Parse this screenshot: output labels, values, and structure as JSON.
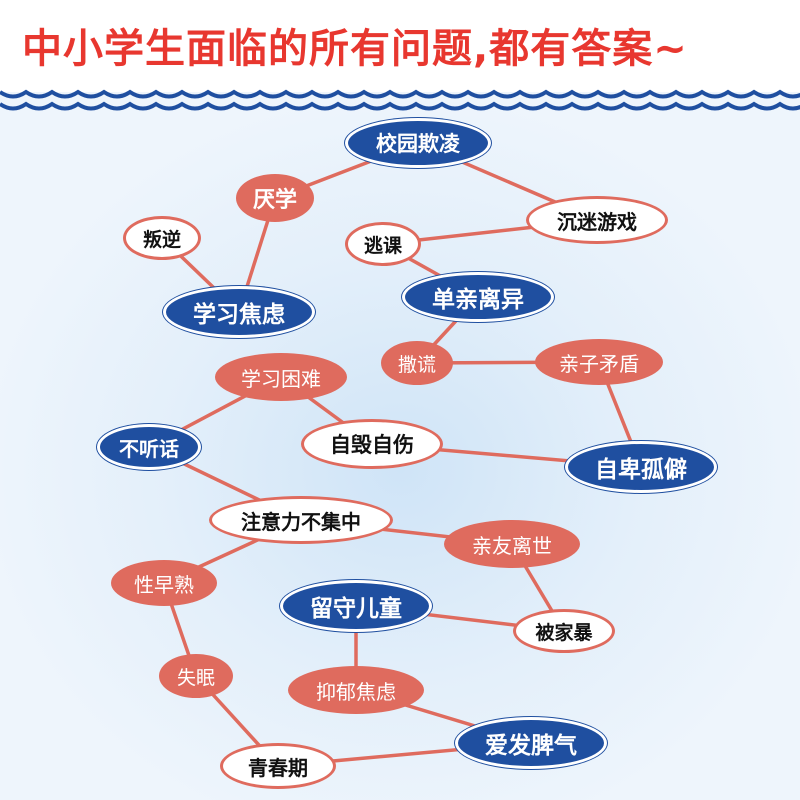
{
  "header": {
    "title": "中小学生面临的所有问题,都有答案~"
  },
  "colors": {
    "title_red": "#e8372f",
    "node_blue": "#1f4fa0",
    "node_salmon": "#df6b5e",
    "wave_blue": "#1f4fa0",
    "connector": "#df6b5e"
  },
  "nodes": [
    {
      "id": "school-bullying",
      "label": "校园欺凌",
      "style": "blue"
    },
    {
      "id": "school-aversion",
      "label": "厌学",
      "style": "red-bold"
    },
    {
      "id": "game-addiction",
      "label": "沉迷游戏",
      "style": "white"
    },
    {
      "id": "rebellion",
      "label": "叛逆",
      "style": "white"
    },
    {
      "id": "truancy",
      "label": "逃课",
      "style": "white"
    },
    {
      "id": "study-anxiety",
      "label": "学习焦虑",
      "style": "blue"
    },
    {
      "id": "single-parent",
      "label": "单亲离异",
      "style": "blue"
    },
    {
      "id": "lying",
      "label": "撒谎",
      "style": "red"
    },
    {
      "id": "parent-child-conflict",
      "label": "亲子矛盾",
      "style": "red"
    },
    {
      "id": "learning-difficulty",
      "label": "学习困难",
      "style": "red"
    },
    {
      "id": "disobedience",
      "label": "不听话",
      "style": "blue"
    },
    {
      "id": "self-harm",
      "label": "自毁自伤",
      "style": "white"
    },
    {
      "id": "inferiority-withdrawal",
      "label": "自卑孤僻",
      "style": "blue"
    },
    {
      "id": "inattention",
      "label": "注意力不集中",
      "style": "white"
    },
    {
      "id": "bereavement",
      "label": "亲友离世",
      "style": "red"
    },
    {
      "id": "precocity",
      "label": "性早熟",
      "style": "red"
    },
    {
      "id": "left-behind-children",
      "label": "留守儿童",
      "style": "blue"
    },
    {
      "id": "domestic-violence",
      "label": "被家暴",
      "style": "white"
    },
    {
      "id": "insomnia",
      "label": "失眠",
      "style": "red"
    },
    {
      "id": "depression-anxiety",
      "label": "抑郁焦虑",
      "style": "red"
    },
    {
      "id": "bad-temper",
      "label": "爱发脾气",
      "style": "blue"
    },
    {
      "id": "puberty",
      "label": "青春期",
      "style": "white"
    }
  ],
  "edges": [
    [
      "school-bullying",
      "school-aversion"
    ],
    [
      "school-bullying",
      "game-addiction"
    ],
    [
      "school-aversion",
      "study-anxiety"
    ],
    [
      "rebellion",
      "study-anxiety"
    ],
    [
      "truancy",
      "game-addiction"
    ],
    [
      "truancy",
      "single-parent"
    ],
    [
      "single-parent",
      "lying"
    ],
    [
      "lying",
      "parent-child-conflict"
    ],
    [
      "parent-child-conflict",
      "inferiority-withdrawal"
    ],
    [
      "learning-difficulty",
      "disobedience"
    ],
    [
      "learning-difficulty",
      "self-harm"
    ],
    [
      "self-harm",
      "inferiority-withdrawal"
    ],
    [
      "disobedience",
      "inattention"
    ],
    [
      "inattention",
      "bereavement"
    ],
    [
      "inattention",
      "precocity"
    ],
    [
      "bereavement",
      "domestic-violence"
    ],
    [
      "left-behind-children",
      "domestic-violence"
    ],
    [
      "left-behind-children",
      "depression-anxiety"
    ],
    [
      "precocity",
      "insomnia"
    ],
    [
      "insomnia",
      "puberty"
    ],
    [
      "depression-anxiety",
      "bad-temper"
    ],
    [
      "puberty",
      "bad-temper"
    ]
  ]
}
